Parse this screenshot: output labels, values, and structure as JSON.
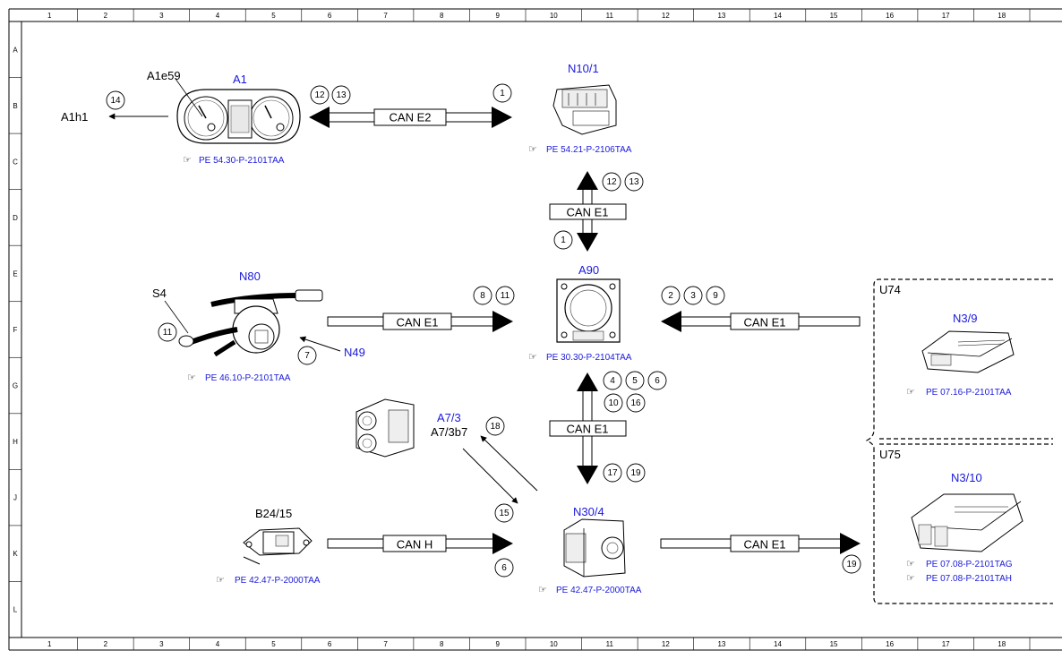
{
  "grid": {
    "columns": [
      "1",
      "2",
      "3",
      "4",
      "5",
      "6",
      "7",
      "8",
      "9",
      "10",
      "11",
      "12",
      "13",
      "14",
      "15",
      "16",
      "17",
      "18"
    ],
    "rows": [
      "A",
      "B",
      "C",
      "D",
      "E",
      "F",
      "G",
      "H",
      "J",
      "K",
      "L"
    ]
  },
  "components": {
    "a1": {
      "code": "A1",
      "sub": "A1e59",
      "ref": "PE 54.30-P-2101TAA"
    },
    "a1h1": {
      "code": "A1h1"
    },
    "n10_1": {
      "code": "N10/1",
      "ref": "PE 54.21-P-2106TAA"
    },
    "a90": {
      "code": "A90",
      "ref": "PE 30.30-P-2104TAA"
    },
    "n80": {
      "code": "N80",
      "s4": "S4",
      "n49": "N49",
      "ref": "PE 46.10-P-2101TAA"
    },
    "a7_3": {
      "code": "A7/3",
      "sub": "A7/3b7"
    },
    "b24_15": {
      "code": "B24/15",
      "ref": "PE 42.47-P-2000TAA"
    },
    "n30_4": {
      "code": "N30/4",
      "ref": "PE 42.47-P-2000TAA"
    },
    "u74": {
      "label": "U74",
      "code": "N3/9",
      "ref": "PE 07.16-P-2101TAA"
    },
    "u75": {
      "label": "U75",
      "code": "N3/10",
      "ref1": "PE 07.08-P-2101TAG",
      "ref2": "PE 07.08-P-2101TAH"
    }
  },
  "buses": {
    "can_e2": "CAN E2",
    "can_e1_n10": "CAN E1",
    "can_e1_n80": "CAN E1",
    "can_e1_u74": "CAN E1",
    "can_e1_n30": "CAN E1",
    "can_h": "CAN H",
    "can_e1_u75": "CAN E1"
  },
  "callouts": [
    "14",
    "12",
    "13",
    "1",
    "12",
    "13",
    "1",
    "8",
    "11",
    "2",
    "3",
    "9",
    "11",
    "7",
    "4",
    "5",
    "6",
    "10",
    "16",
    "18",
    "15",
    "17",
    "19",
    "6",
    "19"
  ]
}
